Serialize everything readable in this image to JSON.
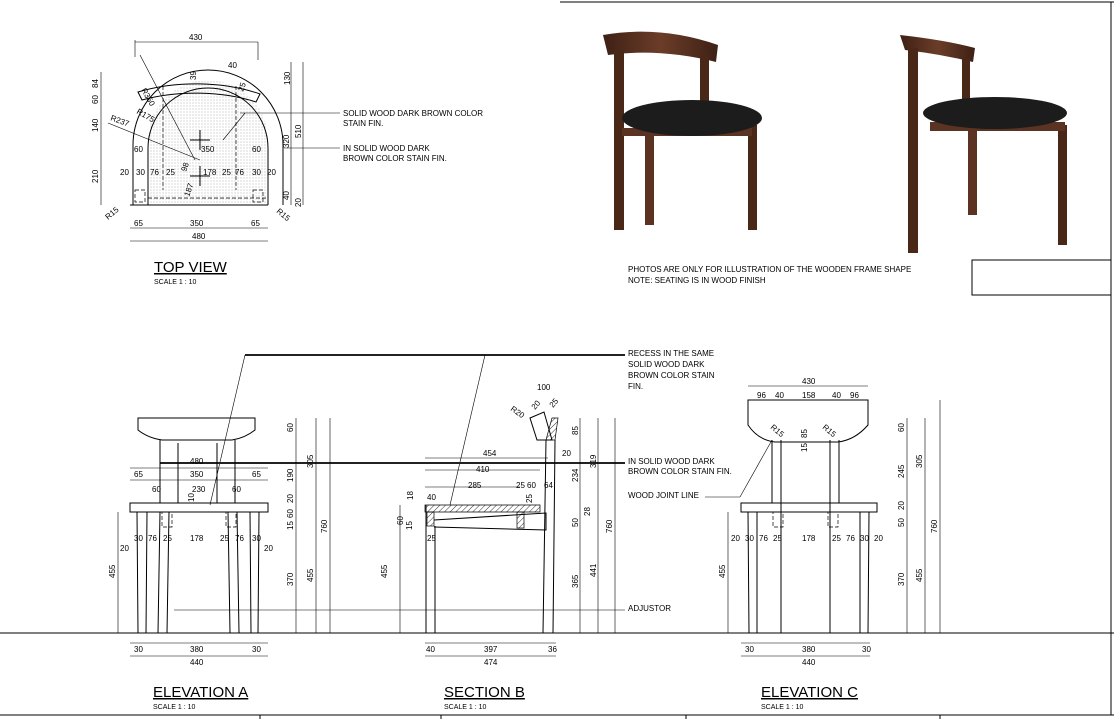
{
  "views": {
    "top": {
      "title": "TOP VIEW",
      "scale": "SCALE 1 : 10"
    },
    "elev_a": {
      "title": "ELEVATION A",
      "scale": "SCALE 1 : 10"
    },
    "section_b": {
      "title": "SECTION B",
      "scale": "SCALE 1 : 10"
    },
    "elev_c": {
      "title": "ELEVATION C",
      "scale": "SCALE 1 : 10"
    }
  },
  "notes": {
    "top_1a": "SOLID WOOD DARK BROWN COLOR",
    "top_1b": "STAIN FIN.",
    "top_2a": "IN SOLID WOOD DARK",
    "top_2b": "BROWN COLOR STAIN FIN.",
    "photo_1": "PHOTOS ARE ONLY FOR ILLUSTRATION OF THE WOODEN FRAME SHAPE",
    "photo_2": "NOTE: SEATING IS IN WOOD FINISH",
    "recess_1": "RECESS IN THE SAME",
    "recess_2": "SOLID WOOD DARK",
    "recess_3": "BROWN COLOR STAIN",
    "recess_4": "FIN.",
    "solid_1": "IN SOLID WOOD DARK",
    "solid_2": "BROWN COLOR STAIN FIN.",
    "joint": "WOOD JOINT LINE",
    "adjustor": "ADJUSTOR"
  },
  "dims": {
    "top": [
      "430",
      "R350",
      "40",
      "84",
      "60",
      "39",
      "25",
      "130",
      "R175",
      "R237",
      "140",
      "350",
      "60",
      "60",
      "320",
      "510",
      "20",
      "30",
      "76",
      "25",
      "178",
      "25",
      "76",
      "30",
      "20",
      "210",
      "98",
      "187",
      "40",
      "20",
      "R15",
      "R15",
      "65",
      "350",
      "65",
      "480"
    ],
    "elev_a": [
      "480",
      "65",
      "350",
      "65",
      "60",
      "230",
      "60",
      "10",
      "30",
      "76",
      "25",
      "178",
      "25",
      "76",
      "30",
      "20",
      "20",
      "455",
      "15",
      "60",
      "20",
      "190",
      "305",
      "60",
      "370",
      "455",
      "760",
      "30",
      "380",
      "30",
      "440"
    ],
    "section_b": [
      "100",
      "R20",
      "20",
      "25",
      "85",
      "454",
      "20",
      "410",
      "285",
      "25",
      "60",
      "64",
      "234",
      "319",
      "40",
      "18",
      "60",
      "15",
      "25",
      "25",
      "28",
      "50",
      "455",
      "365",
      "441",
      "760",
      "40",
      "397",
      "36",
      "474"
    ],
    "elev_c": [
      "430",
      "96",
      "40",
      "158",
      "40",
      "96",
      "R15",
      "85",
      "R15",
      "15",
      "60",
      "245",
      "305",
      "20",
      "30",
      "76",
      "25",
      "178",
      "25",
      "76",
      "30",
      "20",
      "455",
      "50",
      "20",
      "370",
      "455",
      "760",
      "30",
      "380",
      "30",
      "440"
    ]
  },
  "colors": {
    "wood": "#5a3322",
    "seat": "#1c1c1c"
  }
}
